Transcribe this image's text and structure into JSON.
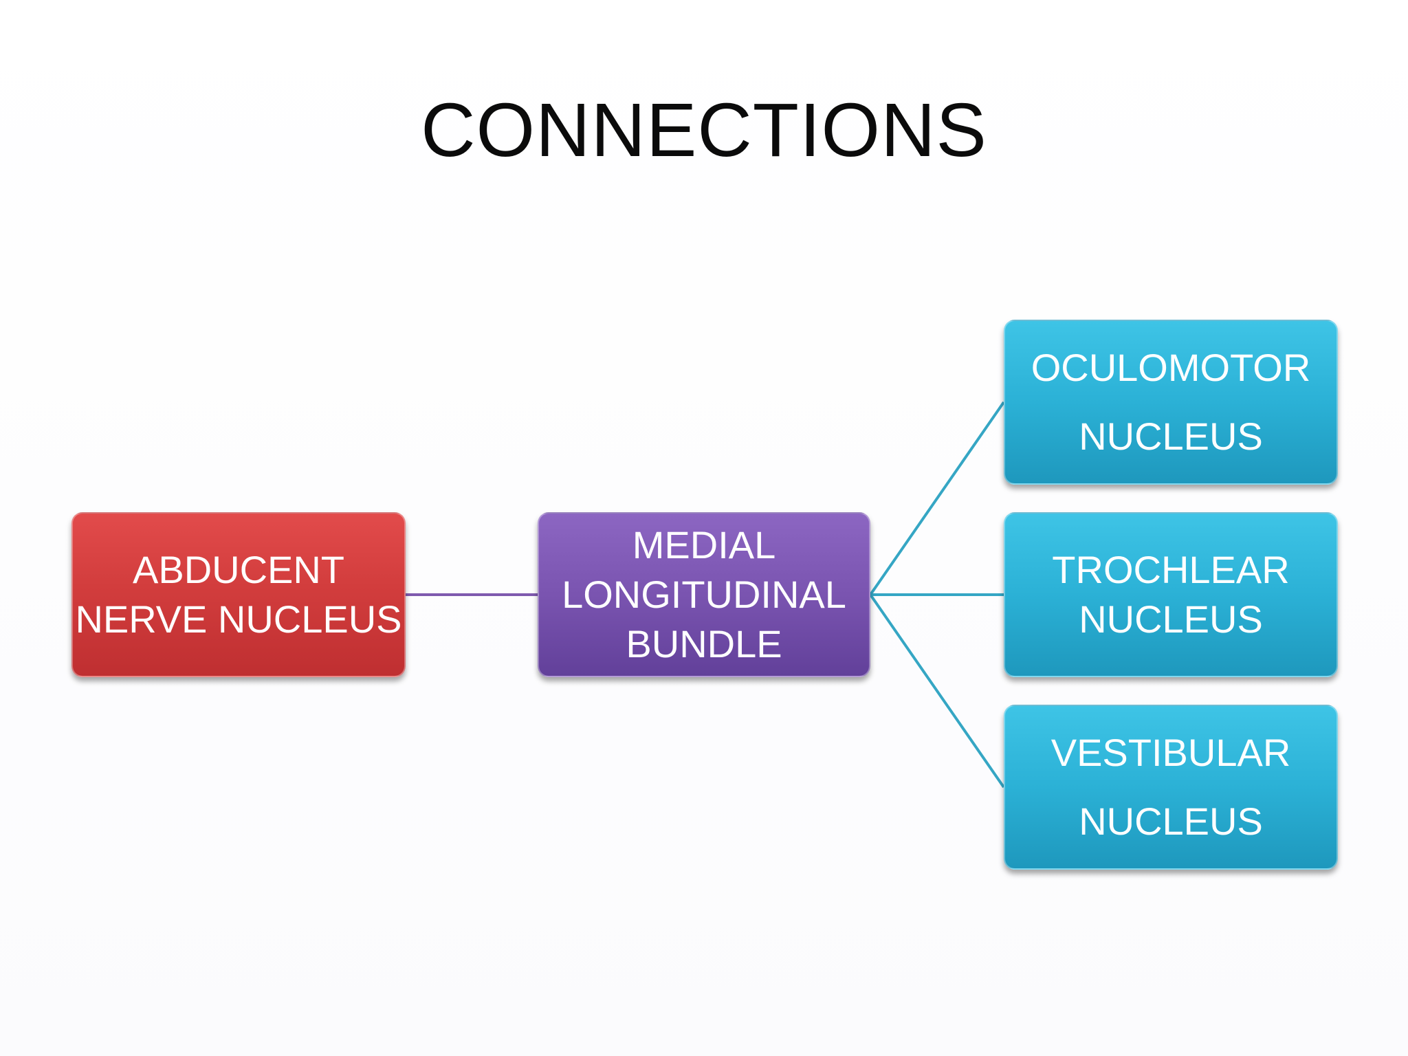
{
  "title": "CONNECTIONS",
  "colors": {
    "source": "#d43f3f",
    "hub": "#7a56b0",
    "target": "#2bb3d6",
    "connector_left": "#7f5aae",
    "connector_right": "#35a6c4"
  },
  "nodes": {
    "abducent": {
      "line1": "ABDUCENT",
      "line2": "NERVE NUCLEUS"
    },
    "mlf": {
      "line1": "MEDIAL",
      "line2": "LONGITUDINAL",
      "line3": "BUNDLE"
    },
    "oculomotor": {
      "line1": "OCULOMOTOR",
      "line2": "NUCLEUS"
    },
    "trochlear": {
      "line1": "TROCHLEAR",
      "line2": "NUCLEUS"
    },
    "vestibular": {
      "line1": "VESTIBULAR",
      "line2": "NUCLEUS"
    }
  }
}
